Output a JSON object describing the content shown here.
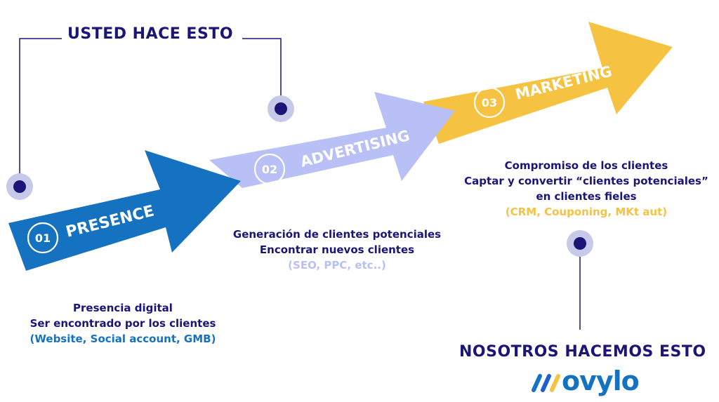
{
  "top_heading": "USTED HACE ESTO",
  "bottom_heading": "NOSOTROS HACEMOS ESTO",
  "brand": "ovylo",
  "colors": {
    "navy": "#1a1577",
    "presence": "#1572c0",
    "advertising": "#b9c0f5",
    "marketing": "#f5c242",
    "dot_halo": "#c7c9e8"
  },
  "steps": [
    {
      "number": "01",
      "title": "PRESENCE",
      "lines": [
        "Presencia digital",
        "Ser encontrado por los clientes"
      ],
      "note": "(Website, Social account, GMB)"
    },
    {
      "number": "02",
      "title": "ADVERTISING",
      "lines": [
        "Generación de clientes potenciales",
        "Encontrar nuevos clientes"
      ],
      "note": "(SEO, PPC, etc..)"
    },
    {
      "number": "03",
      "title": "MARKETING",
      "lines": [
        "Compromiso de los clientes",
        "Captar y convertir “clientes potenciales”",
        "en clientes fieles"
      ],
      "note": "(CRM, Couponing, MKt aut)"
    }
  ]
}
